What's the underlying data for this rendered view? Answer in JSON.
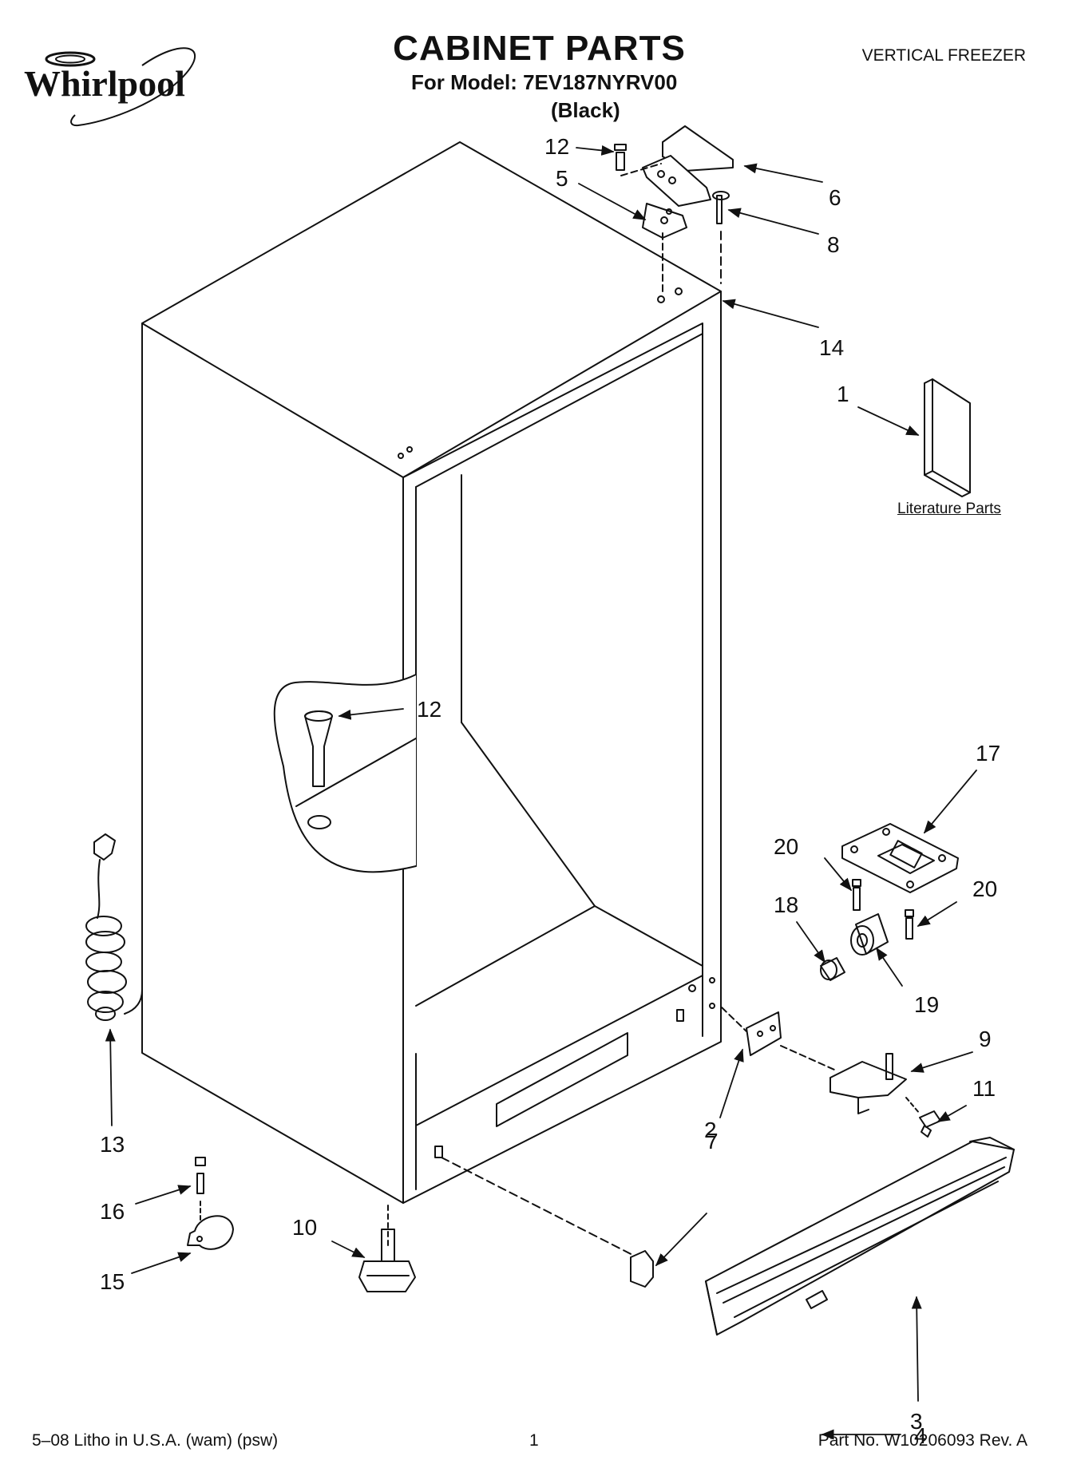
{
  "header": {
    "brand": "Whirlpool",
    "title": "CABINET PARTS",
    "model_line": "For Model: 7EV187NYRV00",
    "variant": "(Black)",
    "category": "VERTICAL FREEZER"
  },
  "callouts": {
    "c1": "1",
    "c2": "2",
    "c3": "3",
    "c4": "4",
    "c5": "5",
    "c6": "6",
    "c7": "7",
    "c8": "8",
    "c9": "9",
    "c10": "10",
    "c11": "11",
    "c12a": "12",
    "c12b": "12",
    "c13": "13",
    "c14": "14",
    "c15": "15",
    "c16": "16",
    "c17": "17",
    "c18": "18",
    "c19": "19",
    "c20a": "20",
    "c20b": "20"
  },
  "literature_label": "Literature Parts",
  "footer": {
    "left": "5–08 Litho in U.S.A. (wam) (psw)",
    "page": "1",
    "part_no": "Part No. W10206093 Rev. A"
  }
}
